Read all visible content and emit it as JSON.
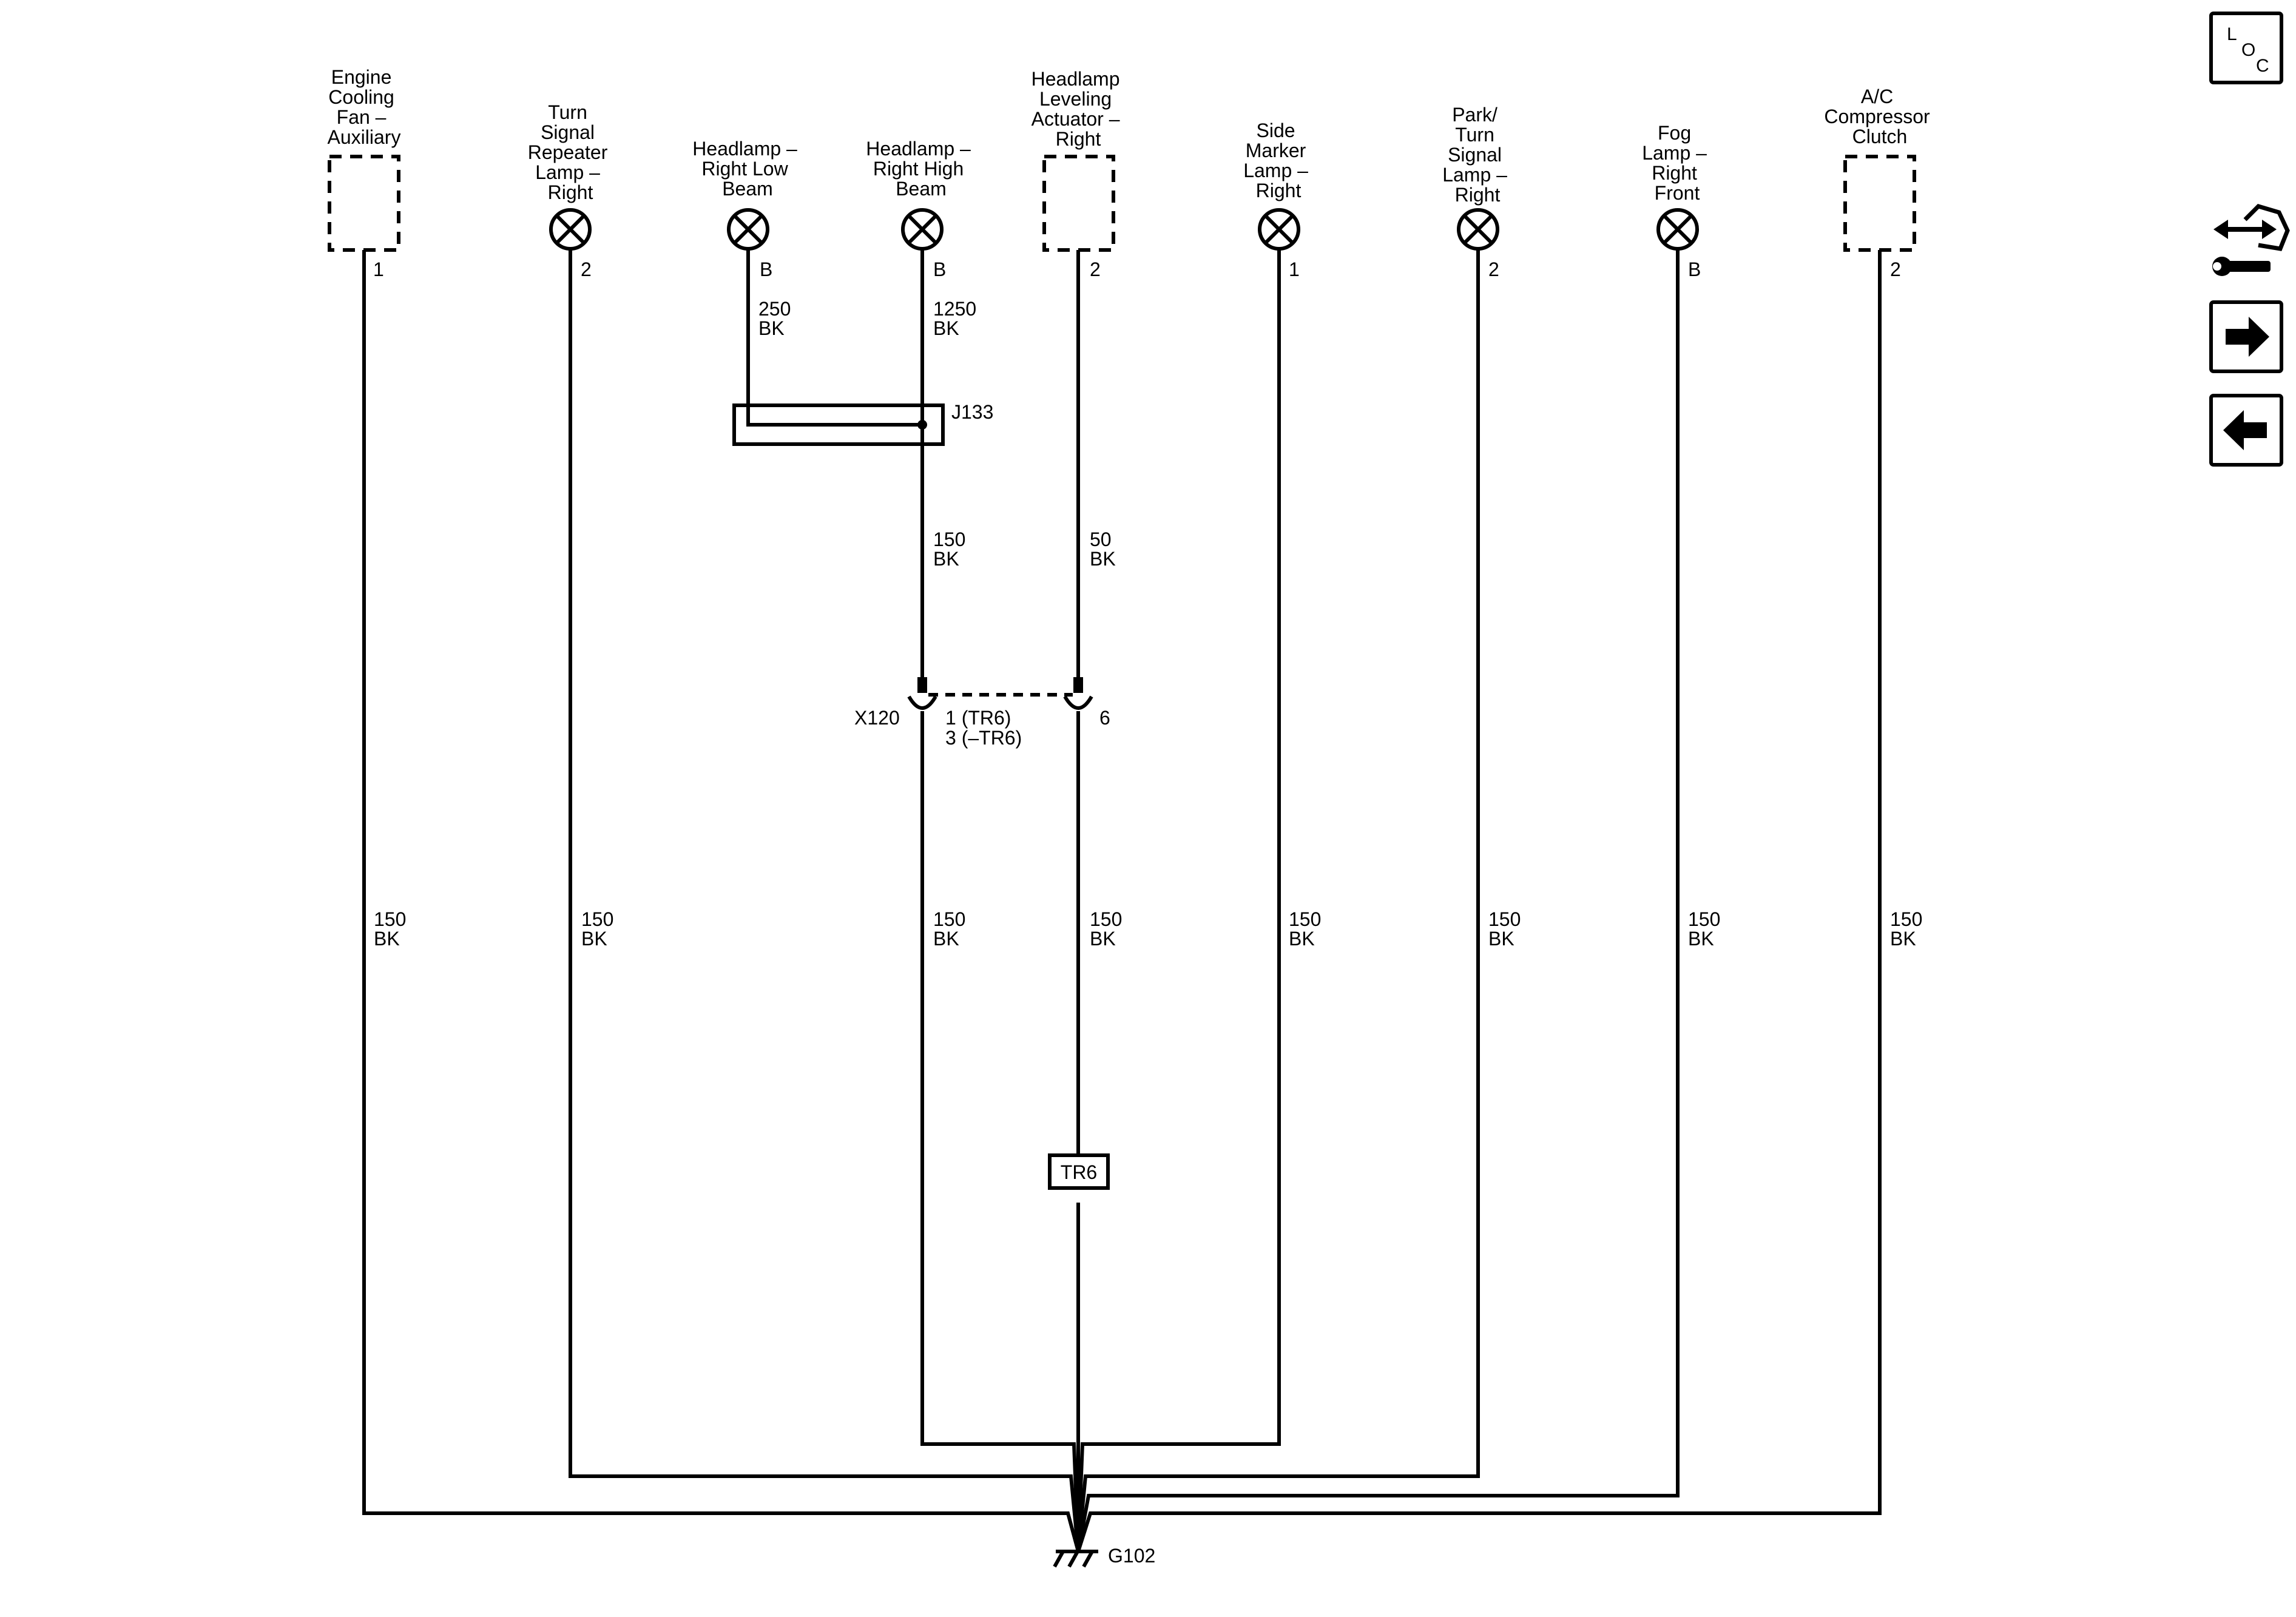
{
  "components": [
    {
      "lines": [
        "Engine",
        "Cooling",
        "Fan –",
        "Auxiliary"
      ],
      "pin": "1",
      "symbol": "module",
      "wire": [
        "150",
        "BK"
      ]
    },
    {
      "lines": [
        "Turn",
        "Signal",
        "Repeater",
        "Lamp –",
        "Right"
      ],
      "pin": "2",
      "symbol": "lamp",
      "wire": [
        "150",
        "BK"
      ]
    },
    {
      "lines": [
        "Headlamp –",
        "Right Low",
        "Beam"
      ],
      "pin": "B",
      "symbol": "lamp",
      "wire": [
        "250",
        "BK"
      ]
    },
    {
      "lines": [
        "Headlamp –",
        "Right High",
        "Beam"
      ],
      "pin": "B",
      "symbol": "lamp",
      "wire": [
        "1250",
        "BK"
      ]
    },
    {
      "lines": [
        "Headlamp",
        "Leveling",
        "Actuator –",
        "Right"
      ],
      "pin": "2",
      "symbol": "module",
      "wire": [
        "50",
        "BK"
      ]
    },
    {
      "lines": [
        "Side",
        "Marker",
        "Lamp –",
        "Right"
      ],
      "pin": "1",
      "symbol": "lamp",
      "wire": [
        "150",
        "BK"
      ]
    },
    {
      "lines": [
        "Park/",
        "Turn",
        "Signal",
        "Lamp –",
        "Right"
      ],
      "pin": "2",
      "symbol": "lamp",
      "wire": [
        "150",
        "BK"
      ]
    },
    {
      "lines": [
        "Fog",
        "Lamp –",
        "Right",
        "Front"
      ],
      "pin": "B",
      "symbol": "lamp",
      "wire": [
        "150",
        "BK"
      ]
    },
    {
      "lines": [
        "A/C",
        "Compressor",
        "Clutch"
      ],
      "pin": "2",
      "symbol": "module",
      "wire": [
        "150",
        "BK"
      ]
    }
  ],
  "splice": {
    "label": "J133"
  },
  "after_splice_wire": [
    "150",
    "BK"
  ],
  "inline_connector": {
    "label": "X120",
    "pin_a_lines": [
      "1 (TR6)",
      "3 (–TR6)"
    ],
    "pin_b": "6"
  },
  "lower_wire": [
    "150",
    "BK"
  ],
  "option_box": {
    "label": "TR6"
  },
  "ground": {
    "label": "G102"
  },
  "nav": {
    "loc_letters": [
      "L",
      "O",
      "C"
    ],
    "icons": [
      "connector-wrench-icon",
      "arrow-right-icon",
      "arrow-left-icon"
    ]
  }
}
